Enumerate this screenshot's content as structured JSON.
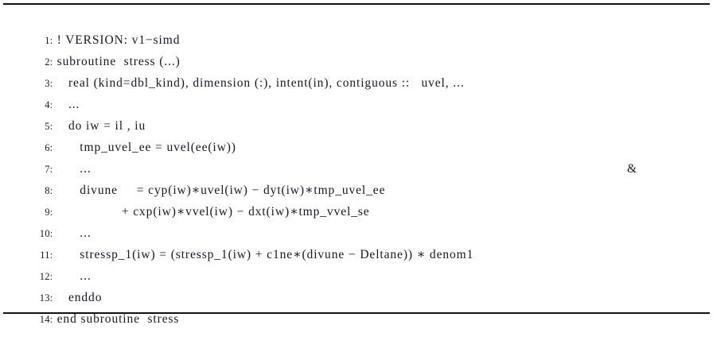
{
  "figure": {
    "kind": "code-listing",
    "language": "Fortran",
    "rule_color": "#111118",
    "text_color": "#17172b",
    "background": "#ffffff"
  },
  "listing": {
    "line_number_separator": ":",
    "lines": [
      {
        "n": "1",
        "text": "! VERSION: v1−simd"
      },
      {
        "n": "2",
        "text": "subroutine  stress (...)"
      },
      {
        "n": "3",
        "text": "   real (kind=dbl_kind), dimension (:), intent(in), contiguous ::   uvel, ..."
      },
      {
        "n": "4",
        "text": "   ..."
      },
      {
        "n": "5",
        "text": "   do iw = il , iu"
      },
      {
        "n": "6",
        "text": "      tmp_uvel_ee = uvel(ee(iw))"
      },
      {
        "n": "7",
        "text": "      ..."
      },
      {
        "n": "8",
        "text": "      divune     = cyp(iw)∗uvel(iw) − dyt(iw)∗tmp_uvel_ee",
        "continuation": "&"
      },
      {
        "n": "9",
        "text": "                 + cxp(iw)∗vvel(iw) − dxt(iw)∗tmp_vvel_se"
      },
      {
        "n": "10",
        "text": "      ..."
      },
      {
        "n": "11",
        "text": "      stressp_1(iw) = (stressp_1(iw) + c1ne∗(divune − Deltane)) ∗ denom1"
      },
      {
        "n": "12",
        "text": "      ..."
      },
      {
        "n": "13",
        "text": "   enddo"
      },
      {
        "n": "14",
        "text": "end subroutine  stress"
      }
    ]
  }
}
